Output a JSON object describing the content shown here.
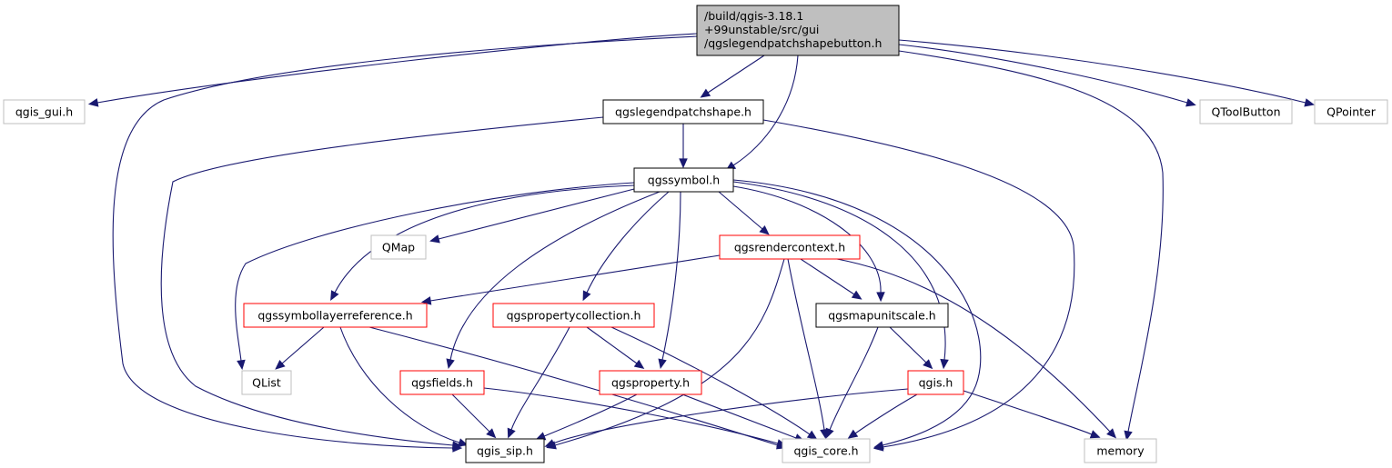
{
  "graph": {
    "root": {
      "label_lines": [
        "/build/qgis-3.18.1",
        "+99unstable/src/gui",
        "/qgslegendpatchshapebutton.h"
      ]
    },
    "nodes": [
      {
        "id": "qgis_gui",
        "label": "qgis_gui.h",
        "style": "gray"
      },
      {
        "id": "qgslegendpatchshape",
        "label": "qgslegendpatchshape.h",
        "style": "black"
      },
      {
        "id": "qtoolbutton",
        "label": "QToolButton",
        "style": "gray"
      },
      {
        "id": "qpointer",
        "label": "QPointer",
        "style": "gray"
      },
      {
        "id": "qgssymbol",
        "label": "qgssymbol.h",
        "style": "black"
      },
      {
        "id": "qmap",
        "label": "QMap",
        "style": "gray"
      },
      {
        "id": "qgsrendercontext",
        "label": "qgsrendercontext.h",
        "style": "red"
      },
      {
        "id": "qgssymbollayerreference",
        "label": "qgssymbollayerreference.h",
        "style": "red"
      },
      {
        "id": "qgspropertycollection",
        "label": "qgspropertycollection.h",
        "style": "red"
      },
      {
        "id": "qgsmapunitscale",
        "label": "qgsmapunitscale.h",
        "style": "black"
      },
      {
        "id": "qlist",
        "label": "QList",
        "style": "gray"
      },
      {
        "id": "qgsfields",
        "label": "qgsfields.h",
        "style": "red"
      },
      {
        "id": "qgsproperty",
        "label": "qgsproperty.h",
        "style": "red"
      },
      {
        "id": "qgis",
        "label": "qgis.h",
        "style": "red"
      },
      {
        "id": "qgis_sip",
        "label": "qgis_sip.h",
        "style": "black"
      },
      {
        "id": "qgis_core",
        "label": "qgis_core.h",
        "style": "gray"
      },
      {
        "id": "memory",
        "label": "memory",
        "style": "gray"
      }
    ],
    "edges": [
      [
        "root",
        "qgis_gui"
      ],
      [
        "root",
        "qgslegendpatchshape"
      ],
      [
        "root",
        "qtoolbutton"
      ],
      [
        "root",
        "qpointer"
      ],
      [
        "root",
        "qgssymbol"
      ],
      [
        "root",
        "qgis_sip"
      ],
      [
        "root",
        "memory"
      ],
      [
        "qgslegendpatchshape",
        "qgssymbol"
      ],
      [
        "qgslegendpatchshape",
        "qgis_sip"
      ],
      [
        "qgslegendpatchshape",
        "qgis_core"
      ],
      [
        "qgssymbol",
        "qmap"
      ],
      [
        "qgssymbol",
        "qgsrendercontext"
      ],
      [
        "qgssymbol",
        "qgssymbollayerreference"
      ],
      [
        "qgssymbol",
        "qgspropertycollection"
      ],
      [
        "qgssymbol",
        "qgsmapunitscale"
      ],
      [
        "qgssymbol",
        "qlist"
      ],
      [
        "qgssymbol",
        "qgsfields"
      ],
      [
        "qgssymbol",
        "qgsproperty"
      ],
      [
        "qgssymbol",
        "qgis"
      ],
      [
        "qgssymbol",
        "qgis_core"
      ],
      [
        "qgsrendercontext",
        "qgssymbollayerreference"
      ],
      [
        "qgsrendercontext",
        "qgsmapunitscale"
      ],
      [
        "qgsrendercontext",
        "qgis_sip"
      ],
      [
        "qgsrendercontext",
        "qgis_core"
      ],
      [
        "qgsrendercontext",
        "memory"
      ],
      [
        "qgssymbollayerreference",
        "qlist"
      ],
      [
        "qgssymbollayerreference",
        "qgis_sip"
      ],
      [
        "qgssymbollayerreference",
        "qgis_core"
      ],
      [
        "qgspropertycollection",
        "qgsproperty"
      ],
      [
        "qgspropertycollection",
        "qgis_sip"
      ],
      [
        "qgspropertycollection",
        "qgis_core"
      ],
      [
        "qgsmapunitscale",
        "qgis"
      ],
      [
        "qgsmapunitscale",
        "qgis_core"
      ],
      [
        "qgsfields",
        "qgis_sip"
      ],
      [
        "qgsfields",
        "qgis_core"
      ],
      [
        "qgsproperty",
        "qgis_sip"
      ],
      [
        "qgsproperty",
        "qgis_core"
      ],
      [
        "qgis",
        "qgis_sip"
      ],
      [
        "qgis",
        "qgis_core"
      ],
      [
        "qgis",
        "memory"
      ]
    ]
  }
}
